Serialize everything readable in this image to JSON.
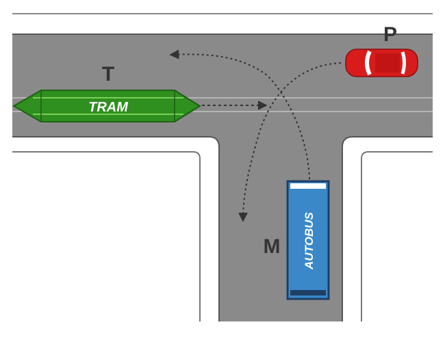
{
  "diagram": {
    "vehicles": {
      "tram": {
        "letter": "T",
        "text": "TRAM",
        "color": "#2f8f1f",
        "stripe": "#7ccf5a"
      },
      "car": {
        "letter": "P",
        "color": "#d81c1c"
      },
      "bus": {
        "letter": "M",
        "text": "AUTOBUS",
        "color": "#3a88c8"
      }
    },
    "colors": {
      "road": "#8a8a8a",
      "curb": "#555555",
      "sidewalk": "#ffffff",
      "track": "#9c9c9c",
      "path": "#333333"
    }
  }
}
